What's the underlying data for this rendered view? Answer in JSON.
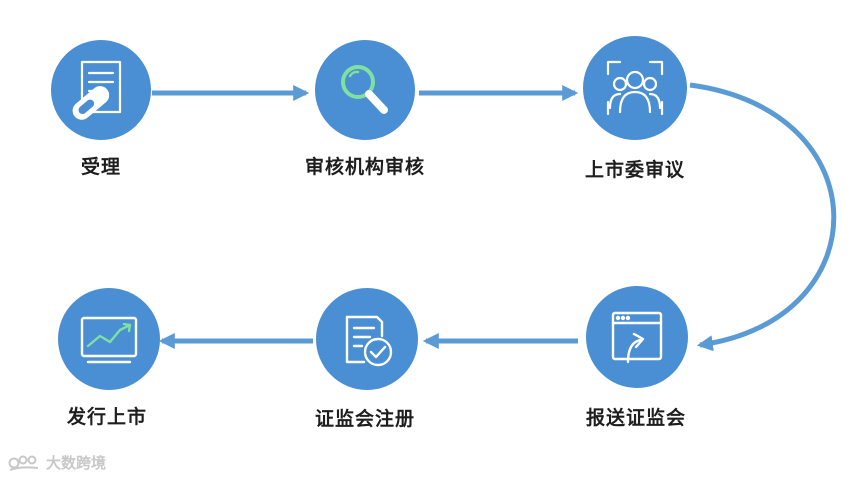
{
  "colors": {
    "circle": "#4a8fd4",
    "arrow": "#5b9bd5",
    "icon_white": "#ffffff",
    "icon_green": "#7fe0a0",
    "label": "#1e1e1e",
    "watermark": "#c8c8c8"
  },
  "steps": [
    {
      "label": "受理",
      "icon": "document-pen-icon"
    },
    {
      "label": "审核机构审核",
      "icon": "magnifier-icon"
    },
    {
      "label": "上市委审议",
      "icon": "committee-people-icon"
    },
    {
      "label": "报送证监会",
      "icon": "upload-window-icon"
    },
    {
      "label": "证监会注册",
      "icon": "document-check-icon"
    },
    {
      "label": "发行上市",
      "icon": "trend-chart-icon"
    }
  ],
  "watermark": {
    "text": "大数跨境"
  }
}
